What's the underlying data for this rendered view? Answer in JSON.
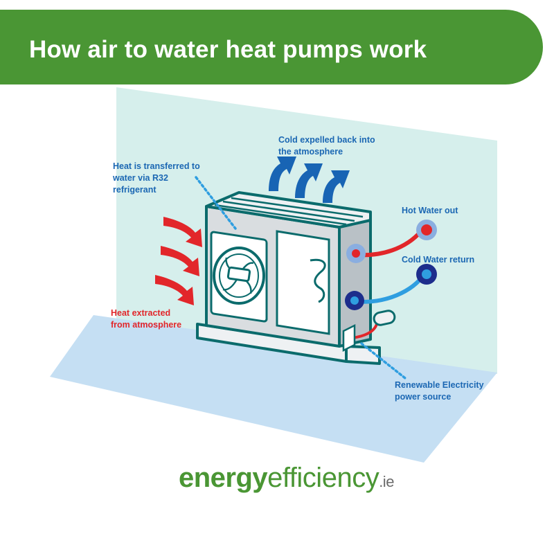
{
  "header": {
    "title": "How air to water heat pumps work"
  },
  "labels": {
    "cold_expelled": [
      "Cold expelled back into",
      "the atmosphere"
    ],
    "heat_transferred": [
      "Heat is transferred to",
      "water via R32",
      "refrigerant"
    ],
    "heat_extracted": [
      "Heat extracted",
      "from atmosphere"
    ],
    "hot_water_out": "Hot Water out",
    "cold_water_return": "Cold Water return",
    "renewable": [
      "Renewable Electricity",
      "power source"
    ]
  },
  "logo": {
    "part1": "energy",
    "part2": "efficiency",
    "part3": ".ie"
  },
  "colors": {
    "brand_green": "#4a9634",
    "dark_teal": "#0b6b6c",
    "label_blue": "#1b67b3",
    "label_red": "#e2262a",
    "hot_pipe": "#e2262a",
    "cold_pipe": "#2f9ee0",
    "wall": "#d6efec",
    "floor": "#c5dff3",
    "unit_body": "#d9dde0",
    "arrow_blue": "#1864b4"
  },
  "icons": {
    "cold_arrows": "blue-up-arrow-icon",
    "heat_arrows": "red-curved-arrow-icon",
    "fan": "fan-icon"
  }
}
